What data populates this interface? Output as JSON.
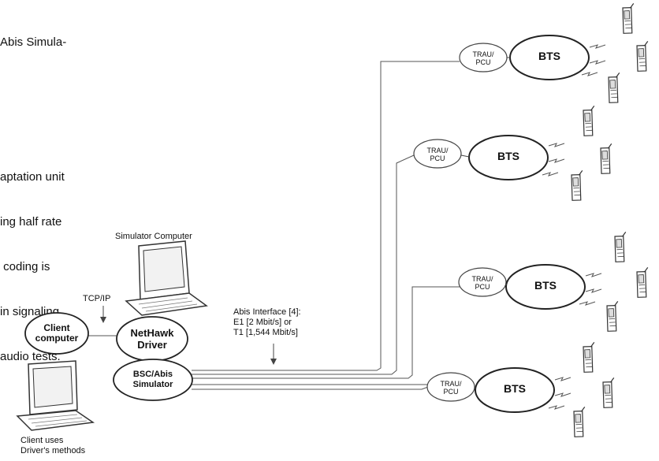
{
  "paragraph": {
    "lines": [
      "Abis Simula-",
      "",
      "",
      "aptation unit",
      "ing half rate",
      " coding is",
      "in signaling",
      "audio tests."
    ]
  },
  "labels": {
    "simulator_computer": "Simulator Computer",
    "tcpip": "TCP/IP",
    "client_computer": [
      "Client",
      "computer"
    ],
    "nethawk_driver": [
      "NetHawk",
      "Driver"
    ],
    "bsc_abis_simulator": [
      "BSC/Abis",
      "Simulator"
    ],
    "abis_interface": [
      "Abis Interface [4]:",
      "E1 [2 Mbit/s] or",
      "T1 [1,544 Mbit/s]"
    ],
    "client_uses": [
      "Client uses",
      "Driver's methods"
    ]
  },
  "bts_sites": [
    {
      "trau": [
        "TRAU/",
        "PCU"
      ],
      "bts": "BTS"
    },
    {
      "trau": [
        "TRAU/",
        "PCU"
      ],
      "bts": "BTS"
    },
    {
      "trau": [
        "TRAU/",
        "PCU"
      ],
      "bts": "BTS"
    },
    {
      "trau": [
        "TRAU/",
        "PCU"
      ],
      "bts": "BTS"
    }
  ]
}
